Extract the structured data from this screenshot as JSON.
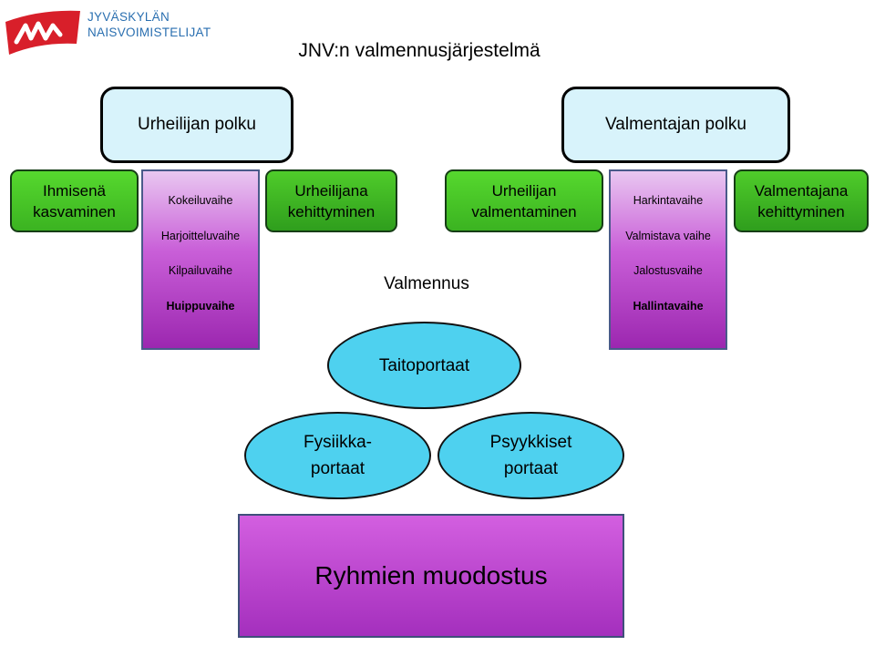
{
  "logo": {
    "line1": "JYVÄSKYLÄN",
    "line2": "NAISVOIMISTELIJAT",
    "mark_icon": "jn-logo-icon",
    "brand_color": "#d81f2a",
    "text_color": "#2a6fb0"
  },
  "title": "JNV:n valmennusjärjestelmä",
  "athlete_path": {
    "header": "Urheilijan polku",
    "left_box": [
      "Ihmisenä",
      "kasvaminen"
    ],
    "right_box": [
      "Urheilijana",
      "kehittyminen"
    ],
    "stages": [
      "Kokeiluvaihe",
      "Harjoitteluvaihe",
      "Kilpailuvaihe",
      "Huippuvaihe"
    ]
  },
  "coach_path": {
    "header": "Valmentajan polku",
    "left_box": [
      "Urheilijan",
      "valmentaminen"
    ],
    "right_box": [
      "Valmentajana",
      "kehittyminen"
    ],
    "stages": [
      "Harkintavaihe",
      "Valmistava vaihe",
      "Jalostusvaihe",
      "Hallintavaihe"
    ]
  },
  "valmennus": {
    "label": "Valmennus",
    "top_ellipse": "Taitoportaat",
    "left_ellipse": [
      "Fysiikka-",
      "portaat"
    ],
    "right_ellipse": [
      "Psyykkiset",
      "portaat"
    ]
  },
  "base": "Ryhmien muodostus",
  "colors": {
    "header_fill": "#d8f3fb",
    "green": "#3bb321",
    "purple": "#b03fc8",
    "ellipse": "#4ed1ef"
  }
}
